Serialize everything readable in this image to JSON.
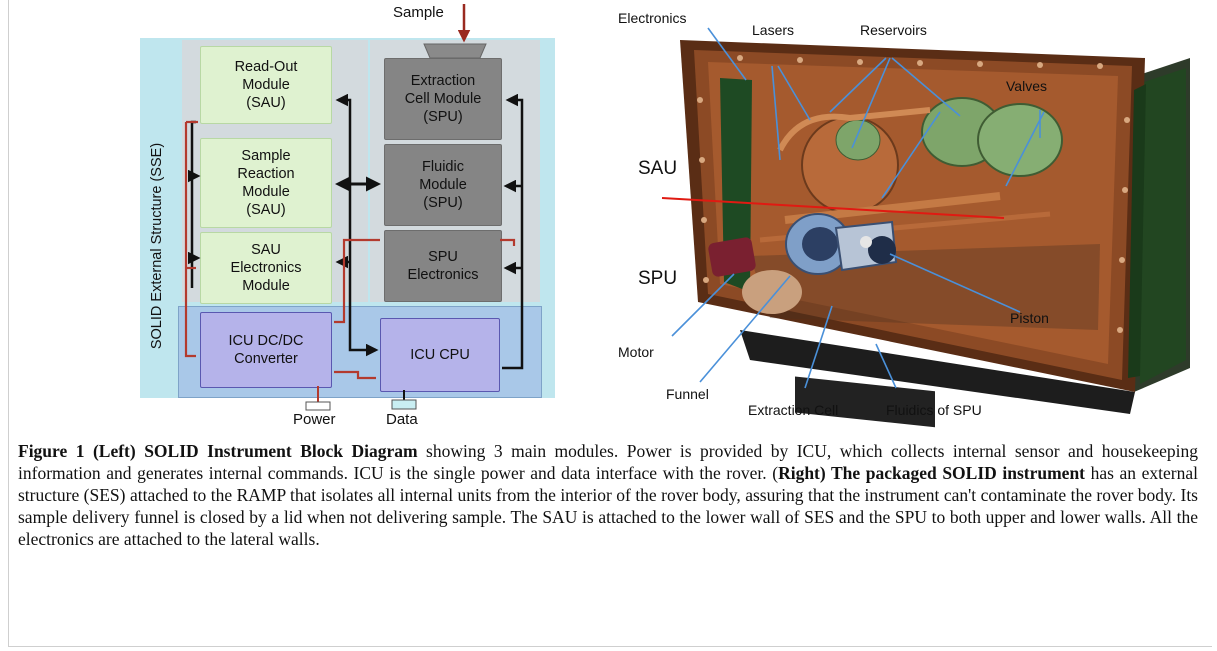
{
  "left_diagram": {
    "sample_label": "Sample",
    "power_label": "Power",
    "data_label": "Data",
    "sse_label": "SOLID External Structure (SSE)",
    "blocks": {
      "readout": "Read-Out\nModule\n(SAU)",
      "sample_reaction": "Sample\nReaction\nModule\n(SAU)",
      "sau_electronics": "SAU\nElectronics\nModule",
      "extraction_cell": "Extraction\nCell Module\n(SPU)",
      "fluidic": "Fluidic\nModule\n(SPU)",
      "spu_electronics": "SPU\nElectronics",
      "icu_dcdc": "ICU DC/DC\nConverter",
      "icu_cpu": "ICU CPU"
    },
    "colors": {
      "outer_bg": "#bfe6ee",
      "column_bg": "#d0d8dc",
      "icu_bg": "#a9c8e8",
      "power_line": "#b33a2e",
      "data_line": "#111111"
    }
  },
  "right_image": {
    "labels": {
      "electronics": "Electronics",
      "lasers": "Lasers",
      "reservoirs": "Reservoirs",
      "valves": "Valves",
      "sau": "SAU",
      "spu": "SPU",
      "piston": "Piston",
      "motor": "Motor",
      "funnel": "Funnel",
      "extraction_cell": "Extraction Cell",
      "fluidics": "Fluidics of SPU"
    }
  },
  "caption": {
    "fig_bold": "Figure 1 (Left) SOLID Instrument Block Diagram",
    "text1": " showing 3 main modules.  Power is provided by ICU, which collects internal sensor and housekeeping information and generates internal commands. ICU is the single power and data interface with the rover. (",
    "right_bold": "Right) The packaged SOLID instrument",
    "text2": " has an external structure (SES) attached to the RAMP that isolates all internal units  from the interior of the rover body, assuring that the instrument can't contaminate the rover body. Its sample delivery funnel is closed by a lid when not delivering sample. The SAU is attached to the lower wall of SES and the SPU to both upper and lower walls. All the electronics are attached to the lateral walls."
  }
}
